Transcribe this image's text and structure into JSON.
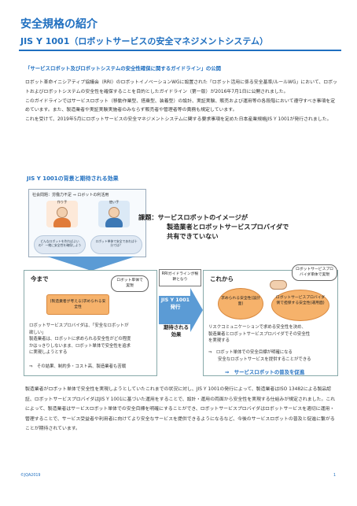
{
  "header": {
    "title": "安全規格の紹介",
    "subtitle": "JIS Y 1001（ロボットサービスの安全マネジメントシステム）"
  },
  "guideline": {
    "heading": "「サービスロボット及びロボットシステムの安全性確保に関するガイドライン」の公開",
    "paragraphs": [
      "ロボット革命イニシアティブ協議会（RRI）のロボットイノベーションWGに設置された「ロボット活用に係る安全基準/ルールWG」において、ロボットおよびロボットシステムの安全性を確保することを目的としたガイドライン（第一版）が2016年7月1日に公開されました。",
      "このガイドラインではサービスロボット（移動作業型、搭乗型、装着型）の設計、実証実験、販売および運用等の各段階において遵守すべき事項を定めています。また、製造業者や実証実験実施者のみならず販売者や管理者等の責務も規定しています。",
      "これを受けて、2019年5月にロボットサービスの安全マネジメントシステムに関する要求事項を定めた日本産業規格JIS Y 1001が発行されました。"
    ]
  },
  "section": {
    "heading": "JIS Y 1001の背景と期待される効果"
  },
  "illustration": {
    "header": "社会問題：労働力不足 ⇒ ロボットの利活用",
    "maker_label": "作り手",
    "user_label": "使い手",
    "maker_thought": "どんなロボットを作ればよいの？ 一緒に安全性を確保しよう",
    "user_thought": "ロボット単体で安全であれば十分では？"
  },
  "issue": {
    "head": "課題：サービスロボットのイメージが",
    "line2": "製造業者とロボットサービスプロバイダで",
    "line3": "共有できていない"
  },
  "ima": {
    "title": "今まで",
    "bubble": "ロボット単体で実現",
    "orange": "(製造業者が考える)求められる安全性",
    "text_lines": [
      "ロボットサービスプロバイダは、「安全なロボットが",
      "欲しい」",
      "製造業者は、ロボットに求められる安全性がどの程度",
      "かはっきりしないまま、ロボット単体で安全性を追求",
      "に実現しようとする"
    ],
    "consequence": "⇒　その結果、制約多・コスト高、製造業者も苦戦"
  },
  "middle": {
    "guideline_basis": "RRIガイドラインが根幹となり",
    "jis_line1": "JIS Y 1001",
    "jis_line2": "発行",
    "expected_line1": "期待される",
    "expected_line2": "効果"
  },
  "korekara": {
    "title": "これから",
    "bubble": "ロボットサービスプロバイダ単体で実現",
    "orange_left": "求められる安全性(設計面)",
    "orange_right": "ロボットサービスプロバイダ側で担保する安全性(運用面)",
    "text_lines": [
      "リスクコミュニケーションで求める安全性を決め、",
      "製造業者とロボットサービスプロバイダでその安全性",
      "を実現する"
    ],
    "result_line1": "⇒　ロボット単体での安全目標が明確になる",
    "result_line2": "安全なロボットサービスを提供することができる",
    "promote": "⇒　サービスロボットの普及を促進"
  },
  "bottom": {
    "text": "製造業者がロボット単体で安全性を実現しようとしていたこれまでの状況に対し、JIS Y 1001の発行によって、製造業者はISO 13482による製品認証、ロボットサービスプロバイダはJIS Y 1001に基づいた運用をすることで、設計・運用の両面から安全性を実現する仕組みが規定されました。これによって、製造業者はサービスロボット単体での安全目標を明確にすることができ、ロボットサービスプロバイダはロボットサービスを適切に運用・管理することで、サービス受益者や利用者に向けてより安全なサービスを提供できるようになるなど、今後のサービスロボットの普及と促進に繋がることが期待されています。"
  },
  "footer": {
    "copyright": "©JQA2019",
    "page": "1"
  },
  "colors": {
    "accent": "#1f6fc0",
    "arrow": "#5b9bd5",
    "orange": "#f6b26b"
  }
}
